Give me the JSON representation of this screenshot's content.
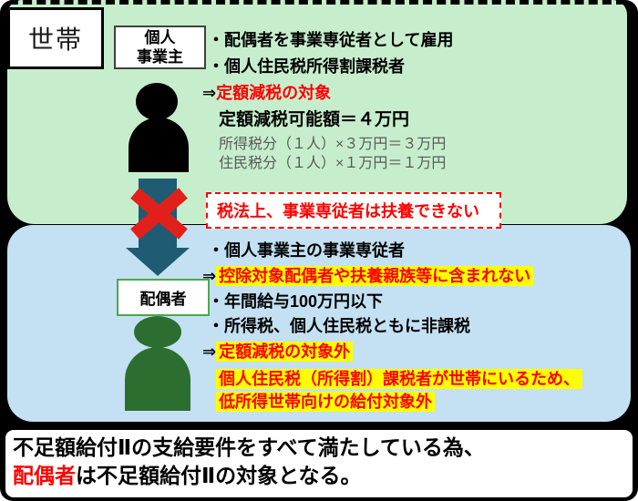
{
  "household": {
    "label": "世帯"
  },
  "symbols": {
    "implies": "⇒",
    "arrow_icon": "down-arrow",
    "cross_icon": "red-x"
  },
  "proprietor": {
    "label_line1": "個人",
    "label_line2": "事業主",
    "bullet1": "・配偶者を事業専従者として雇用",
    "bullet2": "・個人住民税所得割課税者",
    "conclusion": "定額減税の対象",
    "amount_title": "定額減税可能額＝４万円",
    "amount_detail1": "所得税分（１人）×３万円＝３万円",
    "amount_detail2": "住民税分（１人）×１万円＝１万円"
  },
  "restriction_note": {
    "text": "税法上、事業専従者は扶養できない"
  },
  "spouse": {
    "label": "配偶者",
    "bullet1": "・個人事業主の事業専従者",
    "highlight1": "控除対象配偶者や扶養親族等に含まれない",
    "bullet2": "・年間給与100万円以下",
    "bullet3": "・所得税、個人住民税ともに非課税",
    "highlight2": "定額減税の対象外",
    "note_line1": "個人住民税（所得割）課税者が世帯にいるため、",
    "note_line2": "低所得世帯向けの給付対象外"
  },
  "footer": {
    "line1": "不足額給付Ⅱの支給要件をすべて満たしている為、",
    "line2_emphasis": "配偶者",
    "line2_rest": "は不足額給付Ⅱの対象となる。"
  },
  "colors": {
    "panel_green": "#C6EECC",
    "panel_blue": "#C3E1F2",
    "arrow_teal": "#1F5C73",
    "spouse_green": "#2C6E2F",
    "proprietor_black": "#000000",
    "alert_red": "#FF0000",
    "cross_red": "#E2201B",
    "highlight_yellow": "#FFFF00",
    "subtext_gray": "#595959",
    "spouse_box_border": "#4CA64C"
  }
}
